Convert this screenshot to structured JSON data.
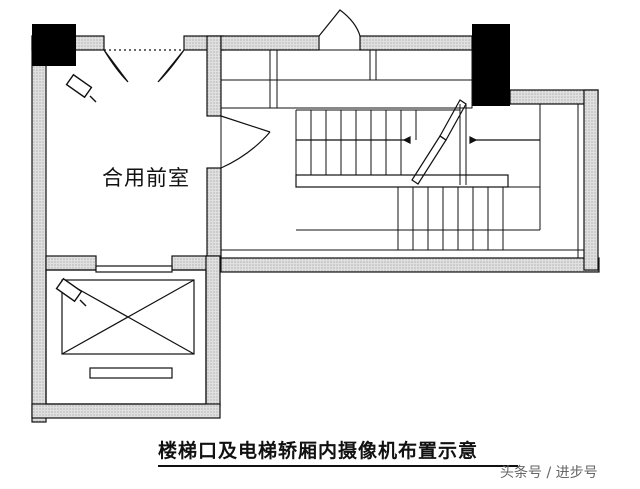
{
  "room_label": "合用前室",
  "caption": "楼梯口及电梯轿厢内摄像机布置示意",
  "watermark": "头条号 / 进步号",
  "icons": {
    "camera_front_room": "camera-icon",
    "camera_elevator": "camera-icon"
  },
  "colors": {
    "wall_fill": "#d9d9d9",
    "column_fill": "#000000",
    "line": "#111111"
  }
}
